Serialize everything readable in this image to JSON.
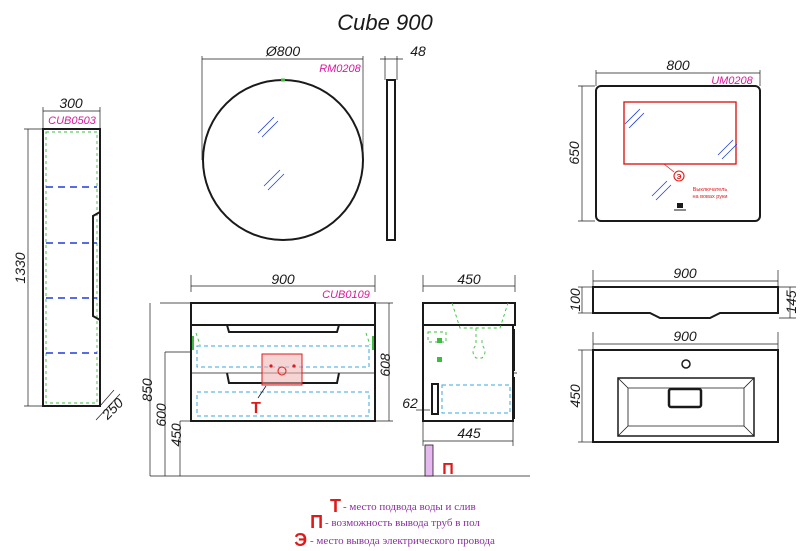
{
  "title": "Cube 900",
  "codes": {
    "pencil": "CUB0503",
    "mirror_round": "RM0208",
    "mirror_rect": "UM0208",
    "vanity": "CUB0109"
  },
  "dims": {
    "pencil_width": "300",
    "pencil_height": "1330",
    "pencil_depth": "250",
    "round_diameter": "Ø800",
    "round_depth": "48",
    "rect_width": "800",
    "rect_height": "650",
    "vanity_width": "900",
    "h_850": "850",
    "h_600": "600",
    "h_450": "450",
    "h_608": "608",
    "side_width": "450",
    "side_62": "62",
    "side_445": "445",
    "basin_width": "900",
    "basin_100": "100",
    "basin_145": "145",
    "top_width": "900",
    "top_depth": "450"
  },
  "markers": {
    "t": "Т",
    "p": "П",
    "e": "Э"
  },
  "switch_note": {
    "line1": "Выключатель",
    "line2": "на вовах руки"
  },
  "legend": [
    {
      "letter": "Т",
      "text": "- место подвода воды и слив"
    },
    {
      "letter": "П",
      "text": "- возможность вывода труб в пол"
    },
    {
      "letter": "Э",
      "text": "- место вывода электрического провода"
    }
  ],
  "colors": {
    "ink": "#1a1a1a",
    "code_magenta": "#e0199b",
    "marker_red": "#e01a1a",
    "legend_purple": "#8a2fa0",
    "shelf_blue": "#1f3fd8",
    "drawer_cyan": "#3aa8e0",
    "panel_green": "#3dbd3d"
  }
}
